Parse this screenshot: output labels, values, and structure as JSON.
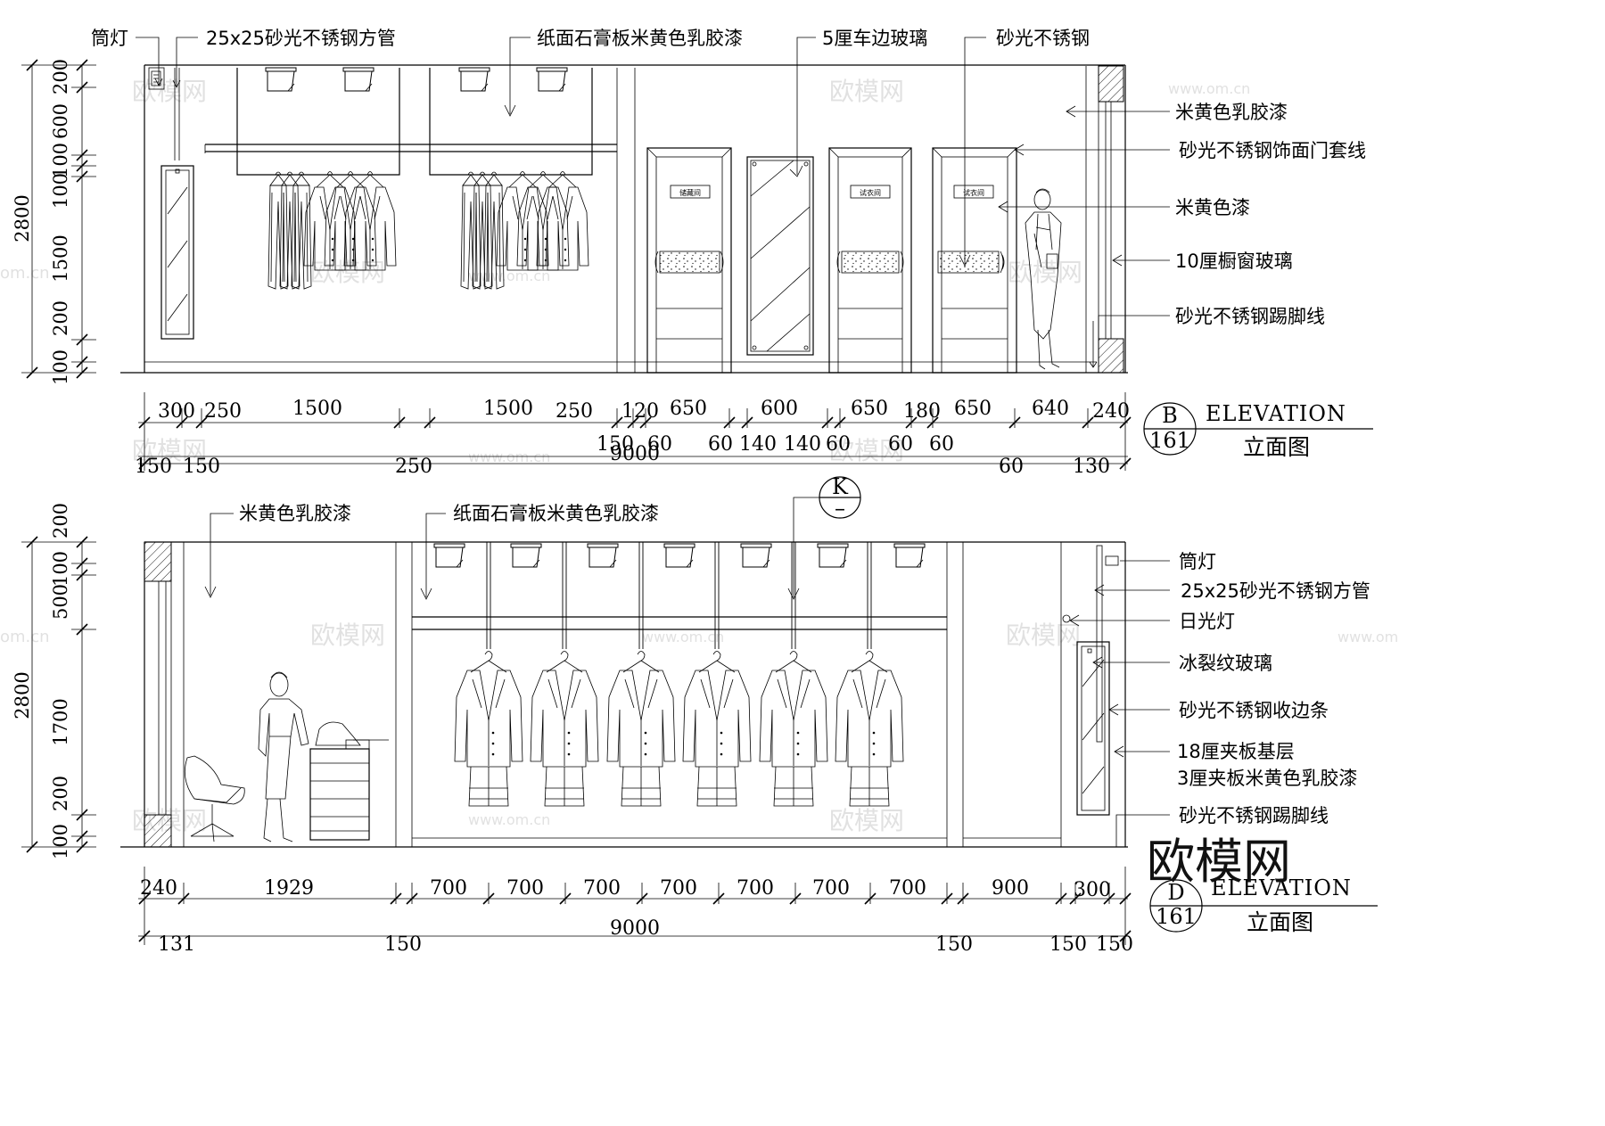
{
  "elevation_b": {
    "overall_height": "2800",
    "heights": [
      "200",
      "600",
      "100",
      "100",
      "1500",
      "200",
      "100"
    ],
    "labels_top": [
      "筒灯",
      "25x25砂光不锈钢方管",
      "纸面石膏板米黄色乳胶漆",
      "5厘车边玻璃",
      "砂光不锈钢"
    ],
    "labels_right": [
      "米黄色乳胶漆",
      "砂光不锈钢饰面门套线",
      "米黄色漆",
      "10厘橱窗玻璃",
      "砂光不锈钢踢脚线"
    ],
    "door_signs": [
      "储藏间",
      "试衣间",
      "试衣间"
    ],
    "dims_row1": [
      "300",
      "250",
      "1500",
      "1500",
      "250",
      "120",
      "650",
      "600",
      "650",
      "180",
      "650",
      "640",
      "240"
    ],
    "dims_row2": [
      "150",
      "60",
      "60",
      "140",
      "140",
      "60",
      "60",
      "60"
    ],
    "dims_row3": [
      "150",
      "150",
      "250",
      "9000",
      "60",
      "130"
    ],
    "tag_letter": "B",
    "tag_number": "161",
    "title_en": "ELEVATION",
    "title_cn": "立面图"
  },
  "elevation_d": {
    "overall_height": "2800",
    "heights": [
      "200",
      "100",
      "500",
      "1700",
      "200",
      "100"
    ],
    "labels_top": [
      "米黄色乳胶漆",
      "纸面石膏板米黄色乳胶漆"
    ],
    "section_letter": "K",
    "section_dash": "–",
    "labels_right": [
      "筒灯",
      "25x25砂光不锈钢方管",
      "日光灯",
      "冰裂纹玻璃",
      "砂光不锈钢收边条",
      "18厘夹板基层",
      "3厘夹板米黄色乳胶漆",
      "砂光不锈钢踢脚线"
    ],
    "dims_row1": [
      "240",
      "1929",
      "700",
      "700",
      "700",
      "700",
      "700",
      "700",
      "700",
      "900",
      "300"
    ],
    "dims_row2": [
      "131",
      "150",
      "9000",
      "150",
      "150",
      "150"
    ],
    "tag_letter": "D",
    "tag_number": "161",
    "title_en": "ELEVATION",
    "title_cn": "立面图"
  },
  "watermark": {
    "brand": "欧模网",
    "url": "www.om.cn",
    "domain_fragment": "om.cn"
  }
}
